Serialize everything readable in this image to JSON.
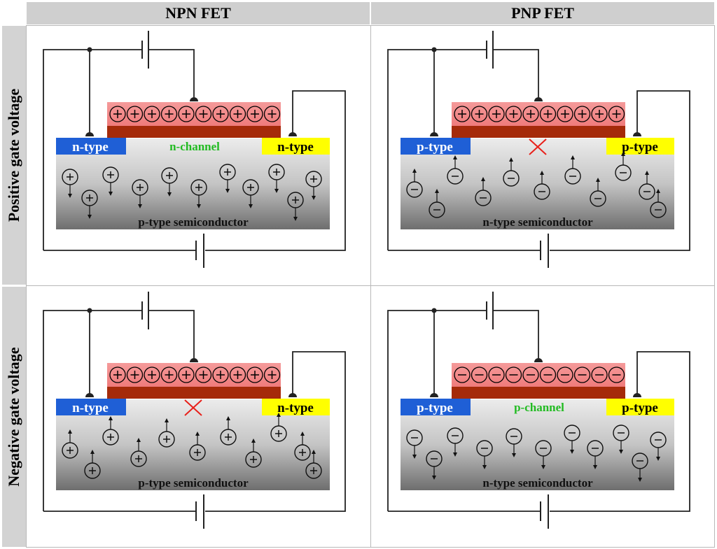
{
  "headers": {
    "col_npn": "NPN FET",
    "col_pnp": "PNP FET",
    "row_positive": "Positive gate voltage",
    "row_negative": "Negative gate voltage"
  },
  "panels": [
    {
      "id": "npn-positive",
      "source_label": "n-type",
      "drain_label": "n-type",
      "channel_label": "n-channel",
      "channel_formed": true,
      "gate_charge": "+",
      "carrier_charge": "+",
      "carrier_direction": "down",
      "substrate_label": "p-type semiconductor"
    },
    {
      "id": "pnp-positive",
      "source_label": "p-type",
      "drain_label": "p-type",
      "channel_label": "",
      "channel_formed": false,
      "gate_charge": "+",
      "carrier_charge": "-",
      "carrier_direction": "up",
      "substrate_label": "n-type semiconductor"
    },
    {
      "id": "npn-negative",
      "source_label": "n-type",
      "drain_label": "n-type",
      "channel_label": "",
      "channel_formed": false,
      "gate_charge": "+",
      "carrier_charge": "+",
      "carrier_direction": "up",
      "substrate_label": "p-type semiconductor"
    },
    {
      "id": "pnp-negative",
      "source_label": "p-type",
      "drain_label": "p-type",
      "channel_label": "p-channel",
      "channel_formed": true,
      "gate_charge": "-",
      "carrier_charge": "-",
      "carrier_direction": "down",
      "substrate_label": "n-type semiconductor"
    }
  ],
  "colors": {
    "header_bg": "#cfcfcf",
    "gate_pink": "#ef7b7b",
    "gate_oxide": "#a52a0a",
    "source_drain_blue": "#1f5fd6",
    "source_drain_yellow": "#ffff00",
    "channel_text": "#22bb22",
    "no_channel_mark": "#e8201a",
    "wire": "#222222"
  }
}
